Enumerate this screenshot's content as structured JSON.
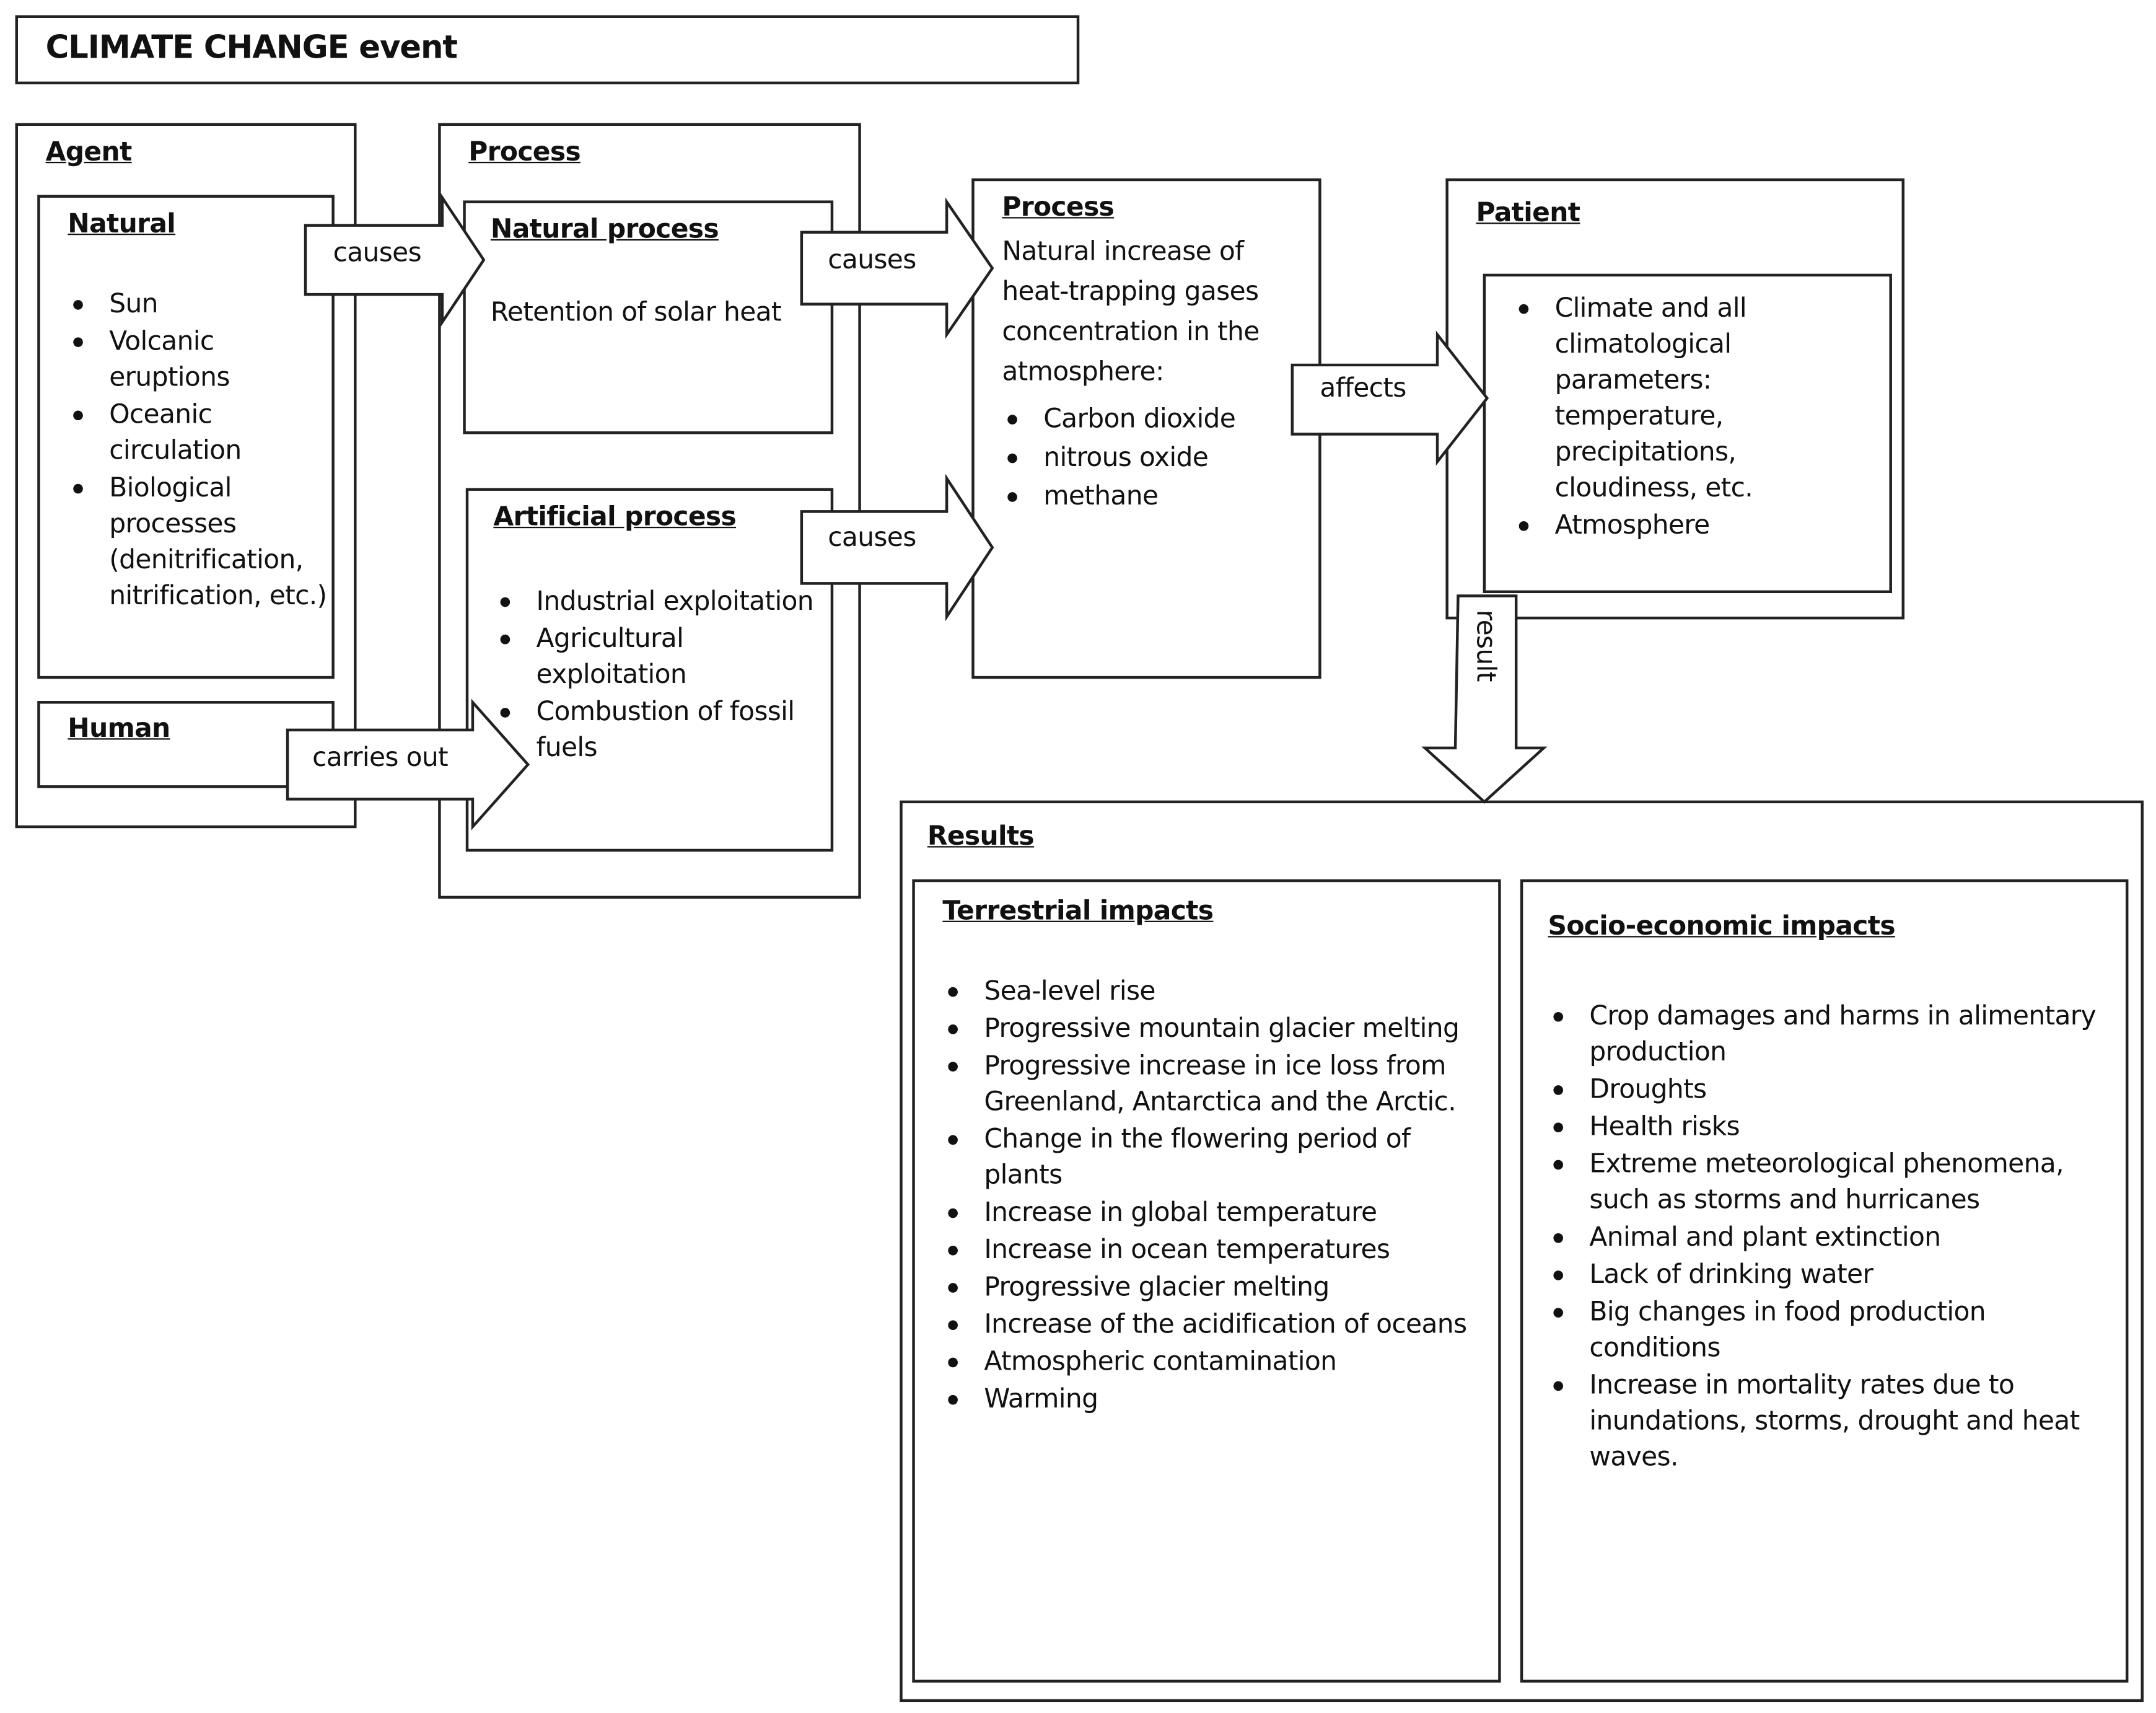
{
  "title": "CLIMATE CHANGE event",
  "agent": {
    "header": "Agent",
    "natural": {
      "header": "Natural",
      "items": [
        "Sun",
        "Volcanic eruptions",
        "Oceanic circulation",
        "Biological processes (denitrification, nitrification, etc.)"
      ]
    },
    "human": {
      "header": "Human"
    }
  },
  "process_group": {
    "header": "Process",
    "natural_process": {
      "header": "Natural process",
      "text": "Retention of solar heat"
    },
    "artificial_process": {
      "header": "Artificial process",
      "items": [
        "Industrial exploitation",
        "Agricultural exploitation",
        "Combustion of fossil fuels"
      ]
    }
  },
  "process2": {
    "header": "Process",
    "text": "Natural increase of heat-trapping gases concentration in the atmosphere:",
    "items": [
      "Carbon dioxide",
      "nitrous oxide",
      "methane"
    ]
  },
  "patient": {
    "header": "Patient",
    "items": [
      "Climate and all climatological parameters: temperature, precipitations, cloudiness, etc.",
      "Atmosphere"
    ]
  },
  "results": {
    "header": "Results",
    "terrestrial": {
      "header": "Terrestrial impacts",
      "items": [
        "Sea-level rise",
        "Progressive mountain glacier melting",
        "Progressive increase in ice loss from Greenland, Antarctica and the Arctic.",
        "Change in the flowering period of plants",
        "Increase in global temperature",
        "Increase in ocean temperatures",
        "Progressive glacier melting",
        "Increase of the acidification of oceans",
        "Atmospheric contamination",
        "Warming"
      ]
    },
    "socio": {
      "header": "Socio-economic impacts",
      "items": [
        "Crop damages and harms in alimentary production",
        "Droughts",
        "Health risks",
        "Extreme meteorological phenomena, such as storms and hurricanes",
        "Animal and plant extinction",
        "Lack of drinking water",
        "Big changes in food production conditions",
        "Increase in mortality rates due to inundations, storms, drought and heat waves."
      ]
    }
  },
  "arrows": {
    "causes_natural": "causes",
    "carries_out": "carries out",
    "causes_upper": "causes",
    "causes_lower": "causes",
    "affects": "affects",
    "result": "result"
  }
}
